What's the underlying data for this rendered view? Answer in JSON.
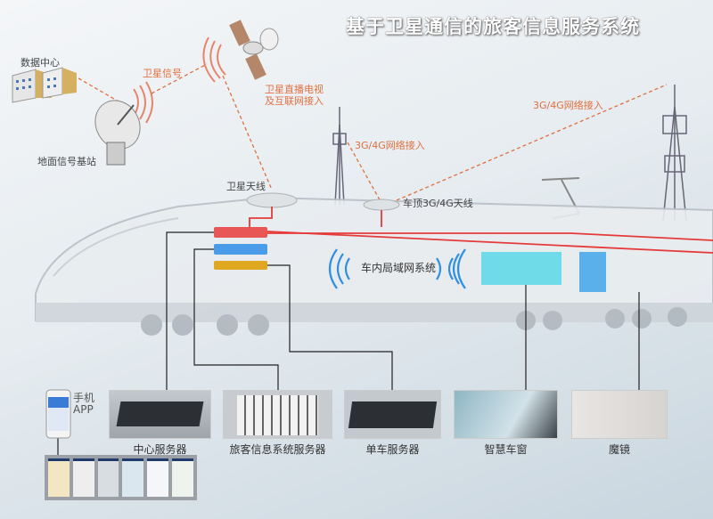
{
  "title": "基于卫星通信的旅客信息服务系统",
  "labels": {
    "data_center": "数据中心",
    "satellite_signal": "卫星信号",
    "satellite_tv_line1": "卫星直播电视",
    "satellite_tv_line2": "及互联网接入",
    "ground_station": "地面信号基站",
    "net_access_1": "3G/4G网络接入",
    "net_access_2": "3G/4G网络接入",
    "satellite_antenna": "卫星天线",
    "roof_antenna": "车顶3G/4G天线",
    "lan": "车内局域网系统"
  },
  "devices": [
    {
      "label": "中心服务器"
    },
    {
      "label": "旅客信息系统服务器"
    },
    {
      "label": "单车服务器"
    },
    {
      "label": "智慧车窗"
    },
    {
      "label": "魔镜"
    }
  ],
  "phone": {
    "line1": "手机",
    "line2": "APP"
  },
  "colors": {
    "signal": "#e0703f",
    "red": "#e53a3a",
    "blue": "#3a8ee5",
    "yellow": "#e0a820",
    "cyan": "#5ad8e6"
  }
}
